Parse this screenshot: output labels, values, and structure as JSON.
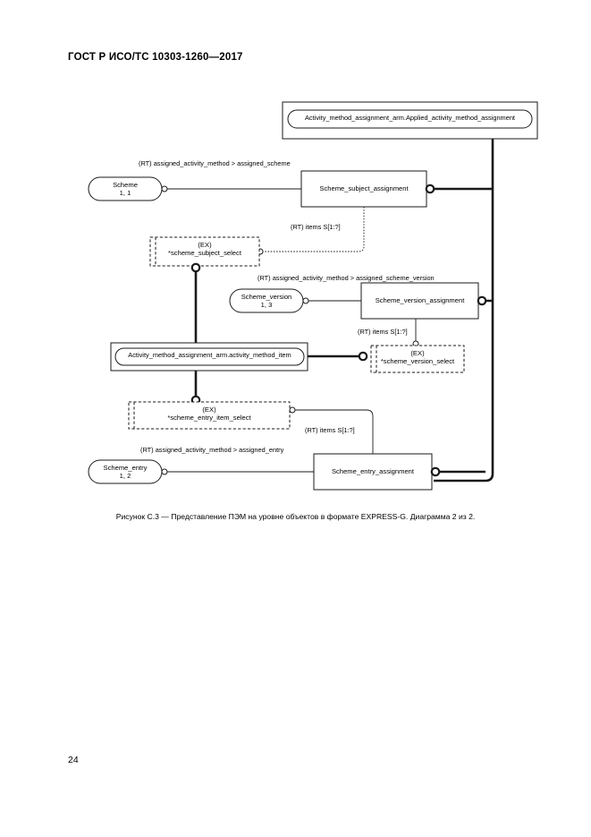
{
  "document": {
    "header": "ГОСТ Р ИСО/ТС 10303-1260—2017",
    "page_number": "24",
    "figure_caption": "Рисунок С.3 — Представление ПЭМ на уровне объектов в формате EXPRESS-G. Диаграмма 2 из 2."
  },
  "diagram": {
    "type": "EXPRESS-G entity-level diagram",
    "schema_blocks": [
      {
        "id": "schema-applied",
        "title": "Activity_method_assignment_arm.Applied_activity_method_assignment",
        "shape": "rounded-rect-in-rect"
      },
      {
        "id": "schema-item",
        "title": "Activity_method_assignment_arm.activity_method_item",
        "shape": "rounded-rect-in-rect"
      }
    ],
    "entities": [
      {
        "id": "scheme",
        "label": "Scheme",
        "page_ref": "1, 1",
        "shape": "rounded"
      },
      {
        "id": "scheme-version",
        "label": "Scheme_version",
        "page_ref": "1, 3",
        "shape": "rounded"
      },
      {
        "id": "scheme-entry",
        "label": "Scheme_entry",
        "page_ref": "1, 2",
        "shape": "rounded"
      },
      {
        "id": "scheme-subject-assignment",
        "label": "Scheme_subject_assignment",
        "shape": "rect"
      },
      {
        "id": "scheme-version-assignment",
        "label": "Scheme_version_assignment",
        "shape": "rect"
      },
      {
        "id": "scheme-entry-assignment",
        "label": "Scheme_entry_assignment",
        "shape": "rect"
      }
    ],
    "select_types": [
      {
        "id": "scheme-subject-select",
        "kind": "(EX)",
        "label": "*scheme_subject_select",
        "shape": "dashed-rect"
      },
      {
        "id": "scheme-version-select",
        "kind": "(EX)",
        "label": "*scheme_version_select",
        "shape": "dashed-rect"
      },
      {
        "id": "scheme-entry-item-select",
        "kind": "(EX)",
        "label": "*scheme_entry_item_select",
        "shape": "dashed-rect"
      }
    ],
    "edge_labels": [
      {
        "id": "edge-assigned-scheme",
        "text": "(RT) assigned_activity_method > assigned_scheme"
      },
      {
        "id": "edge-items-subject",
        "text": "(RT) items S[1:?]"
      },
      {
        "id": "edge-assigned-scheme-version",
        "text": "(RT) assigned_activity_method > assigned_scheme_version"
      },
      {
        "id": "edge-items-version",
        "text": "(RT) items S[1:?]"
      },
      {
        "id": "edge-items-entry",
        "text": "(RT) items S[1:?]"
      },
      {
        "id": "edge-assigned-entry",
        "text": "(RT) assigned_activity_method > assigned_entry"
      }
    ],
    "colors": {
      "line": "#1a1a1a",
      "background": "#ffffff",
      "text": "#000000"
    }
  }
}
